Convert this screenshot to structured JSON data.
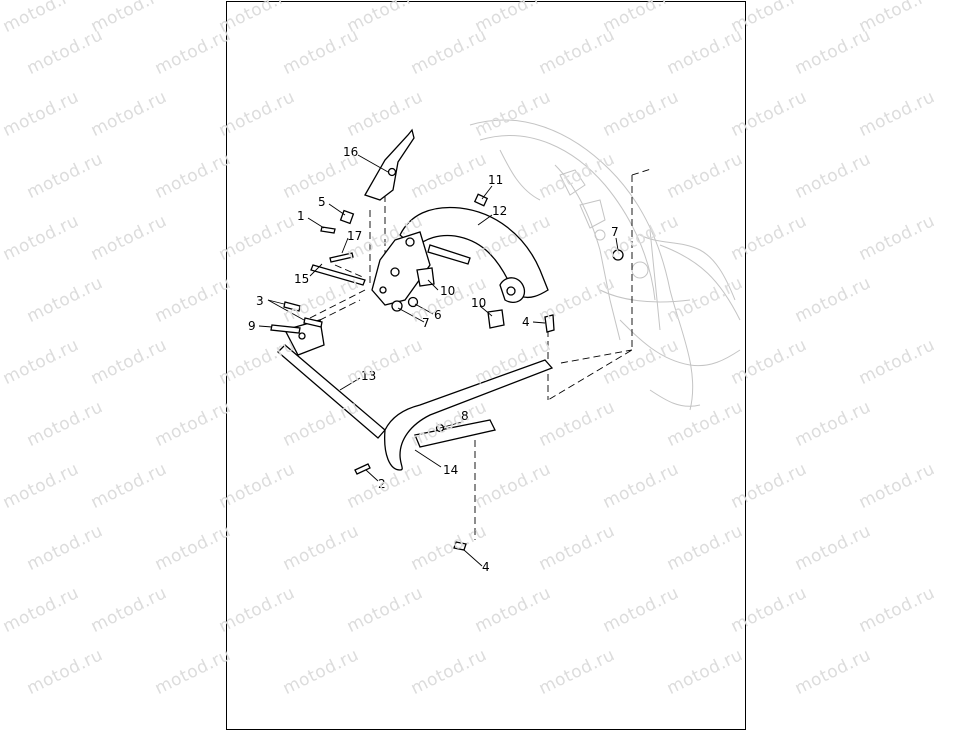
{
  "watermark": "motod.ru",
  "callouts": [
    {
      "id": "16",
      "text": "16"
    },
    {
      "id": "5",
      "text": "5"
    },
    {
      "id": "1",
      "text": "1"
    },
    {
      "id": "17",
      "text": "17"
    },
    {
      "id": "15",
      "text": "15"
    },
    {
      "id": "3",
      "text": "3"
    },
    {
      "id": "9",
      "text": "9"
    },
    {
      "id": "11",
      "text": "11"
    },
    {
      "id": "12",
      "text": "12"
    },
    {
      "id": "7a",
      "text": "7"
    },
    {
      "id": "7b",
      "text": "7"
    },
    {
      "id": "10a",
      "text": "10"
    },
    {
      "id": "10b",
      "text": "10"
    },
    {
      "id": "6",
      "text": "6"
    },
    {
      "id": "4a",
      "text": "4"
    },
    {
      "id": "13",
      "text": "13"
    },
    {
      "id": "8",
      "text": "8"
    },
    {
      "id": "14",
      "text": "14"
    },
    {
      "id": "2",
      "text": "2"
    },
    {
      "id": "4b",
      "text": "4"
    }
  ]
}
